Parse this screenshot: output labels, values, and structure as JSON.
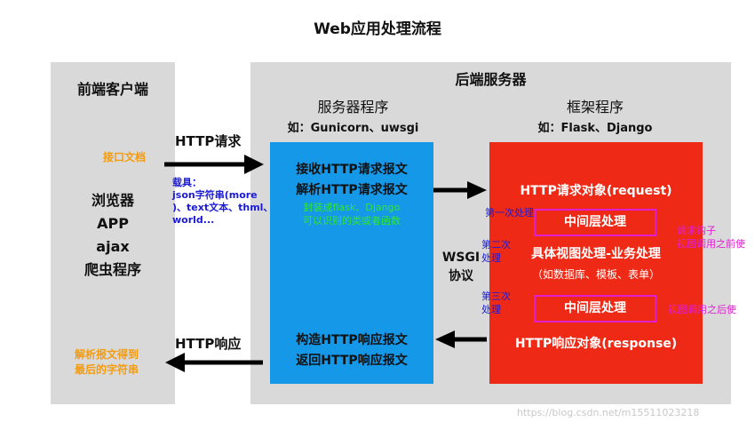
{
  "title": "Web应用处理流程",
  "frontend": {
    "heading": "前端客户端",
    "clients": [
      "浏览器",
      "APP",
      "ajax",
      "爬虫程序"
    ]
  },
  "backend": {
    "heading": "后端服务器"
  },
  "server": {
    "heading": "服务器程序",
    "example": "如：Gunicorn、uwsgi",
    "receive": [
      "接收HTTP请求报文",
      "解析HTTP请求报文"
    ],
    "wrap_note": "封装成flask、Django\n可以识别的类或者函数",
    "respond": [
      "构造HTTP响应报文",
      "返回HTTP响应报文"
    ]
  },
  "framework": {
    "heading": "框架程序",
    "example": "如：Flask、Django",
    "request_obj": "HTTP请求对象(request)",
    "middleware1": "中间层处理",
    "view": "具体视图处理-业务处理",
    "view_sub": "（如数据库、模板、表单）",
    "middleware2": "中间层处理",
    "response_obj": "HTTP响应对象(response)"
  },
  "http_request": "HTTP请求",
  "http_response": "HTTP响应",
  "api_doc": "接口文档",
  "carrier": "载具：\njson字符串(more\n)、text文本、thml、\nworld...",
  "parse_note": "解析报文得到\n最后的字符串",
  "wsgi": "WSGI\n协议",
  "first_proc": "第一次处理",
  "second_proc": "第二次\n处理",
  "third_proc": "第三次\n处理",
  "hook_before": "请求钩子\n视图调用之前使",
  "hook_after": "视图调用之后使",
  "watermark": "https://blog.csdn.net/m15511023218",
  "colors": {
    "panel": "#d9d9d9",
    "server_box": "#1598e8",
    "framework_box": "#ee2a16",
    "note_orange": "#f39c12",
    "note_blue": "#1a1ad8",
    "note_green": "#2ee82e",
    "note_magenta": "#e020d0"
  }
}
